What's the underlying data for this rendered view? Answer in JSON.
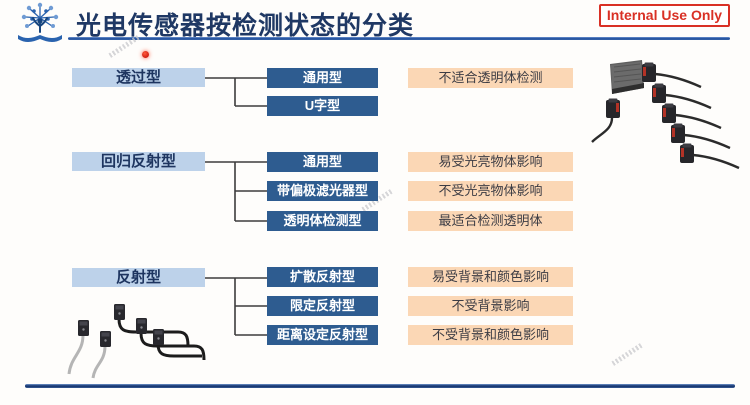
{
  "slide": {
    "title": "光电传感器按检测状态的分类",
    "badge": "Internal Use Only"
  },
  "groups": [
    {
      "category": "透过型",
      "types": [
        "通用型",
        "U字型"
      ],
      "notes": [
        "不适合透明体检测"
      ]
    },
    {
      "category": "回归反射型",
      "types": [
        "通用型",
        "带偏极滤光器型",
        "透明体检测型"
      ],
      "notes": [
        "易受光亮物体影响",
        "不受光亮物体影响",
        "最适合检测透明体"
      ]
    },
    {
      "category": "反射型",
      "types": [
        "扩散反射型",
        "限定反射型",
        "距离设定反射型"
      ],
      "notes": [
        "易受背景和颜色影响",
        "不受背景影响",
        "不受背景和颜色影响"
      ]
    }
  ],
  "icons": {
    "logo": "tree-book-education-logo",
    "top_right_image": "sensors-with-reflector-photo",
    "bottom_left_image": "compact-sensors-photo"
  },
  "colors": {
    "title_text": "#1f3864",
    "accent_underline": "#1f4e9b",
    "category_fill": "#bdd2ea",
    "category_text": "#1e3560",
    "type_fill": "#2e5c90",
    "type_text": "#ffffff",
    "note_fill": "#fbd7b5",
    "note_text": "#3c3c44",
    "badge_red": "#d93025",
    "connector": "#3d3d3d",
    "footer_bar": "#1a3a74"
  }
}
